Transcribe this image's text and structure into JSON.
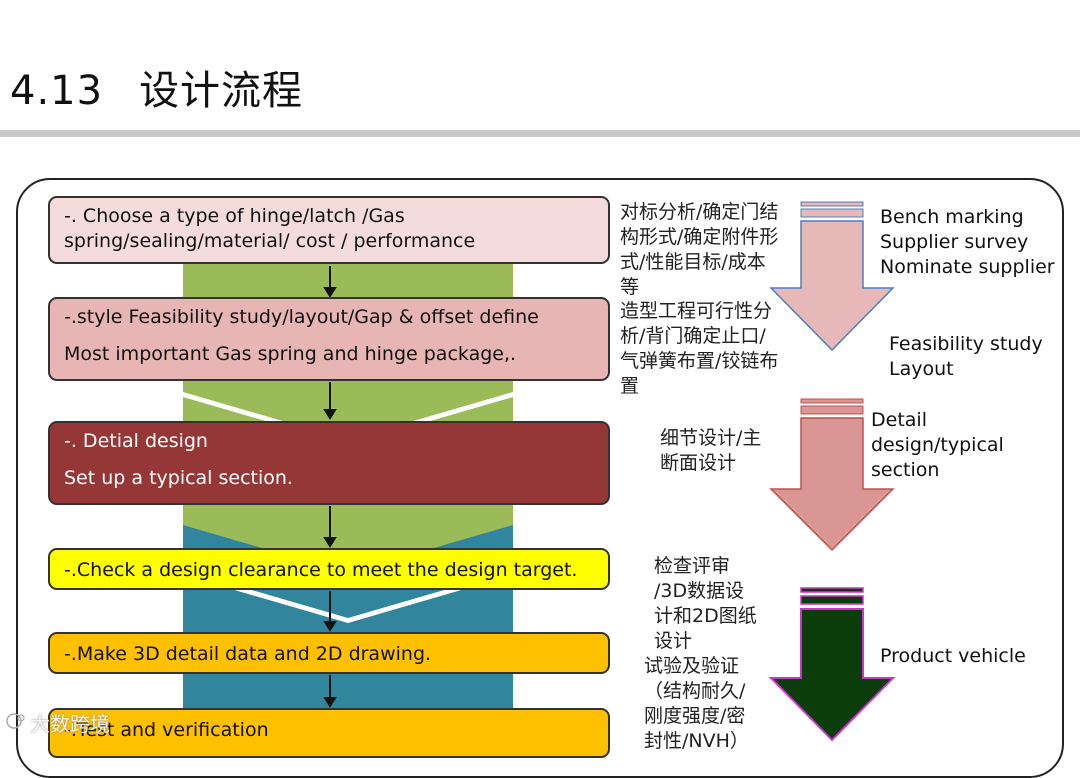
{
  "slide": {
    "number": "4.13",
    "title": "设计流程"
  },
  "steps": [
    {
      "line1": "-. Choose a type of  hinge/latch /Gas",
      "line2": "spring/sealing/material/ cost / performance"
    },
    {
      "line1": "-.style Feasibility study/layout/Gap & offset define",
      "line2": "Most important Gas spring and hinge package,."
    },
    {
      "line1": "-. Detial design",
      "line2": "Set up a typical section."
    },
    {
      "line1": "-.Check a design clearance to meet the design target."
    },
    {
      "line1": "-.Make 3D detail data and 2D drawing."
    },
    {
      "line1": "-.Test and verification"
    }
  ],
  "notes_cn": {
    "n1": [
      "对标分析/确定门结",
      "构形式/确定附件形",
      "式/性能目标/成本",
      "等"
    ],
    "n2": [
      "造型工程可行性分",
      "析/背门确定止口/",
      "气弹簧布置/铰链布",
      "置"
    ],
    "n3": [
      "细节设计/主",
      "断面设计"
    ],
    "n4": [
      "检查评审",
      "/3D数据设",
      "计和2D图纸",
      "设计"
    ],
    "n5": [
      "试验及验证",
      "（结构耐久/",
      "刚度强度/密",
      "封性/NVH）"
    ]
  },
  "notes_en": {
    "e1": [
      "Bench marking",
      "Supplier survey",
      "Nominate supplier"
    ],
    "e2": [
      "Feasibility study",
      "Layout"
    ],
    "e3": [
      "Detail",
      "design/typical",
      "section"
    ],
    "e4": [
      "Product vehicle"
    ]
  },
  "watermark": "大数跨境",
  "colors": {
    "chevron_green": "#9bbb59",
    "chevron_teal": "#31859c",
    "arrow_light_pink": "#e6b9b8",
    "arrow_pink": "#d99694",
    "arrow_dark": "#0b3d0b",
    "accent_blue": "#4f81bd",
    "accent_magenta": "#cc33cc"
  }
}
